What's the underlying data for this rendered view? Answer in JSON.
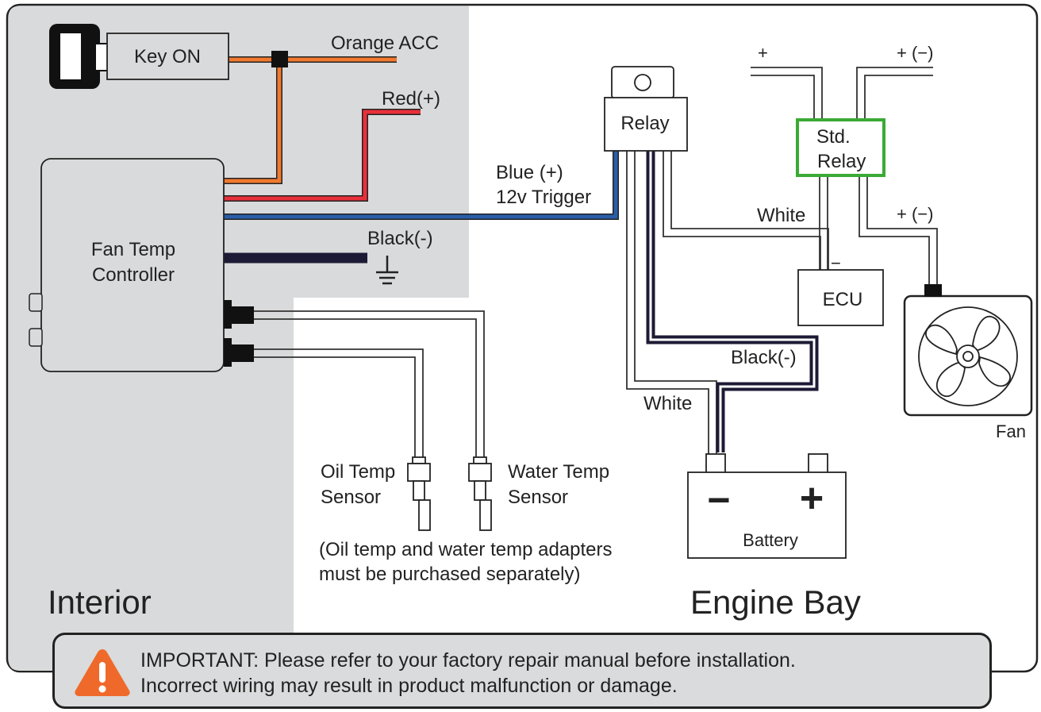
{
  "regions": {
    "interior": "Interior",
    "engine_bay": "Engine Bay"
  },
  "components": {
    "key_on": "Key ON",
    "controller_line1": "Fan Temp",
    "controller_line2": "Controller",
    "relay": "Relay",
    "std_relay_line1": "Std.",
    "std_relay_line2": "Relay",
    "ecu": "ECU",
    "fan": "Fan",
    "battery": "Battery",
    "battery_minus": "−",
    "battery_plus": "+"
  },
  "wires": {
    "orange": "Orange ACC",
    "red": "Red(+)",
    "blue_line1": "Blue (+)",
    "blue_line2": "12v Trigger",
    "black_ground": "Black(-)",
    "white_ecu": "White",
    "black_battery": "Black(-)",
    "white_battery": "White",
    "std_relay_plus_left": "+",
    "std_relay_plus_right": "+ (−)",
    "fan_feed": "+ (−)",
    "ecu_minus": "−"
  },
  "sensors": {
    "oil_line1": "Oil Temp",
    "oil_line2": "Sensor",
    "water_line1": "Water Temp",
    "water_line2": "Sensor",
    "note_line1": "(Oil temp and water temp adapters",
    "note_line2": "must be purchased separately)"
  },
  "warning": {
    "line1": "IMPORTANT: Please refer to your factory repair manual before installation.",
    "line2": "Incorrect wiring may result in product malfunction or damage."
  },
  "colors": {
    "interior_bg": "#d9dadb",
    "orange_wire": "#f0792f",
    "red_wire": "#e8303a",
    "blue_wire": "#2a5ea8",
    "black_wire": "#1d1a35",
    "std_relay_border": "#3aaa35",
    "warning_icon": "#ef6a2a"
  }
}
